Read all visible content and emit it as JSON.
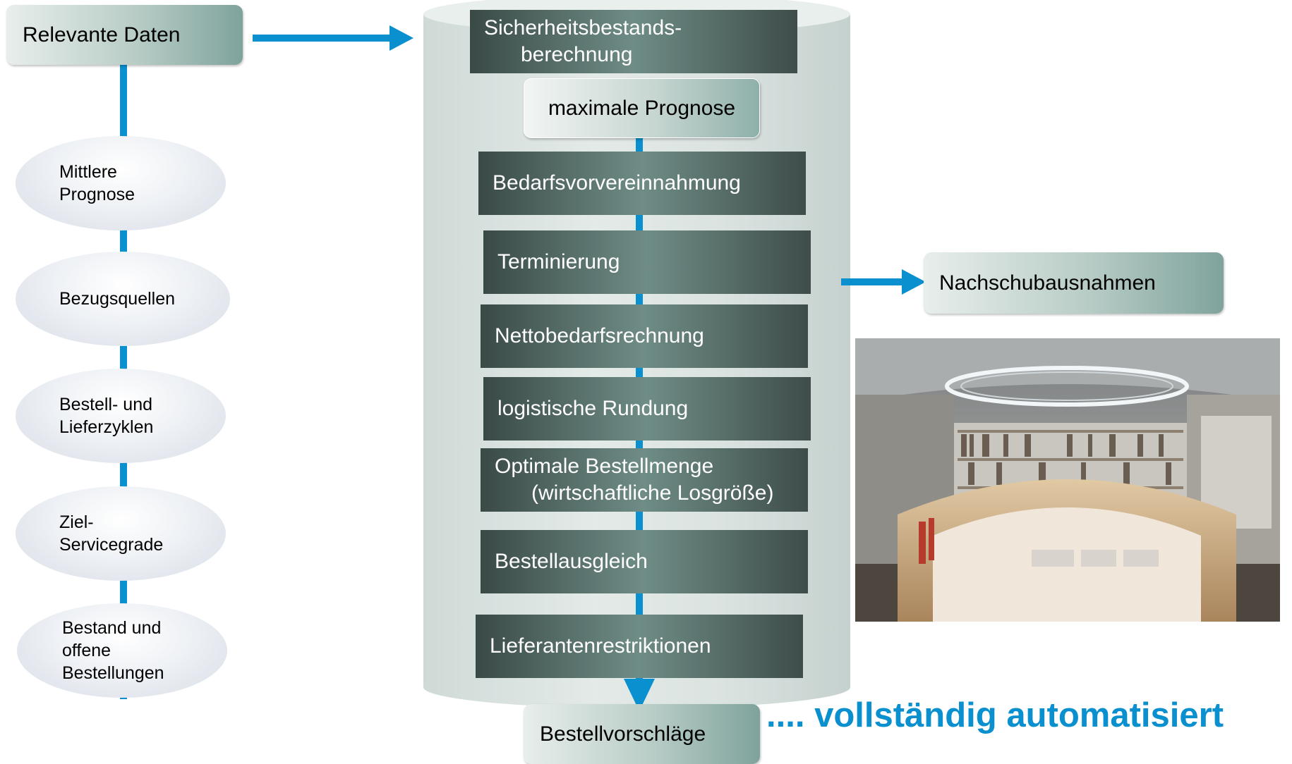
{
  "relevant_data_label": "Relevante Daten",
  "inputs": [
    {
      "line1": "Mittlere",
      "line2": "Prognose"
    },
    {
      "line1": "Bezugsquellen"
    },
    {
      "line1": "Bestell- und",
      "line2": "Lieferzyklen"
    },
    {
      "line1": "Ziel-",
      "line2": "Servicegrade"
    },
    {
      "line1": "Bestand und",
      "line2": "offene",
      "line3": "Bestellungen"
    }
  ],
  "steps": [
    {
      "line1": "Sicherheitsbestands-",
      "line2": "berechnung"
    },
    {
      "line1": "maximale Prognose"
    },
    {
      "line1": "Bedarfsvorvereinnahmung"
    },
    {
      "line1": "Terminierung"
    },
    {
      "line1": "Nettobedarfsrechnung"
    },
    {
      "line1": "logistische Rundung"
    },
    {
      "line1": "Optimale Bestellmenge",
      "line2": "(wirtschaftliche Losgröße)"
    },
    {
      "line1": "Bestellausgleich"
    },
    {
      "line1": "Lieferantenrestriktionen"
    }
  ],
  "exceptions_label": "Nachschubausnahmen",
  "output_label": "Bestellvorschläge",
  "tagline": ".... vollständig automatisiert",
  "colors": {
    "accent_blue": "#0a8fcf",
    "dark_box": "#3a4a46",
    "cylinder": "#dbe3e1"
  }
}
